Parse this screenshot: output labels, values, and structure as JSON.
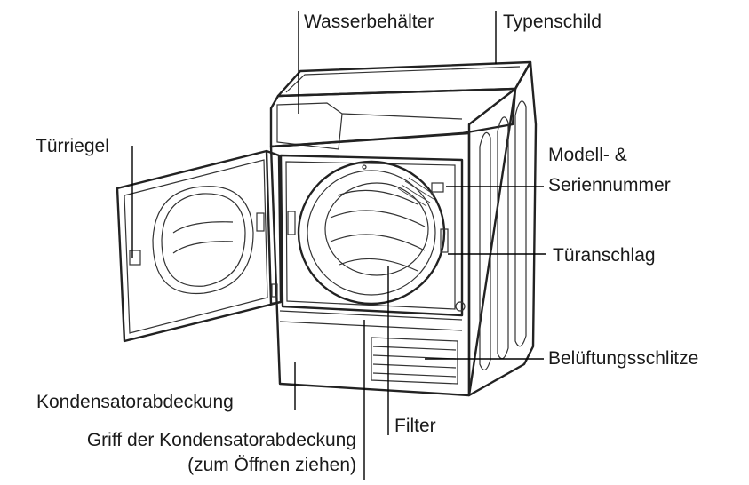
{
  "labels": {
    "wasserbehaelter": "Wasserbehälter",
    "typenschild": "Typenschild",
    "tuerriegel": "Türriegel",
    "modell_line1": "Modell- &",
    "modell_line2": "Seriennummer",
    "tueranschlag": "Türanschlag",
    "belueftung": "Belüftungsschlitze",
    "kondensator": "Kondensatorabdeckung",
    "griff_line1": "Griff der Kondensatorabdeckung",
    "griff_line2": "(zum Öffnen ziehen)",
    "filter": "Filter"
  }
}
